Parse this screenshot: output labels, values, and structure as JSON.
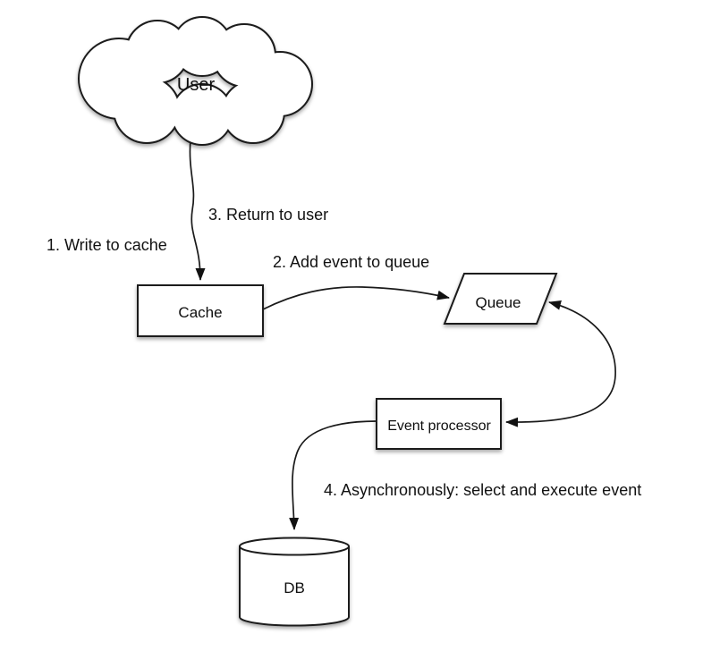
{
  "diagram": {
    "type": "flow-diagram",
    "nodes": {
      "user": {
        "label": "User",
        "shape": "cloud"
      },
      "cache": {
        "label": "Cache",
        "shape": "rectangle"
      },
      "queue": {
        "label": "Queue",
        "shape": "parallelogram"
      },
      "event_processor": {
        "label": "Event processor",
        "shape": "rectangle"
      },
      "db": {
        "label": "DB",
        "shape": "cylinder"
      }
    },
    "edge_labels": {
      "step1": "1. Write to cache",
      "step2": "2. Add event to queue",
      "step3": "3. Return to user",
      "step4": "4. Asynchronously: select and execute event"
    },
    "edges": [
      {
        "from": "user",
        "to": "cache",
        "arrow": "single",
        "label_refs": [
          "step1",
          "step3"
        ]
      },
      {
        "from": "cache",
        "to": "queue",
        "arrow": "single",
        "label_refs": [
          "step2"
        ]
      },
      {
        "from": "queue",
        "to": "event_processor",
        "arrow": "double",
        "label_refs": []
      },
      {
        "from": "event_processor",
        "to": "db",
        "arrow": "single",
        "label_refs": [
          "step4"
        ]
      }
    ],
    "colors": {
      "stroke": "#1a1a1a",
      "node_fill": "#ffffff",
      "text": "#111111",
      "background": "#ffffff",
      "shadow": "#000000"
    }
  }
}
